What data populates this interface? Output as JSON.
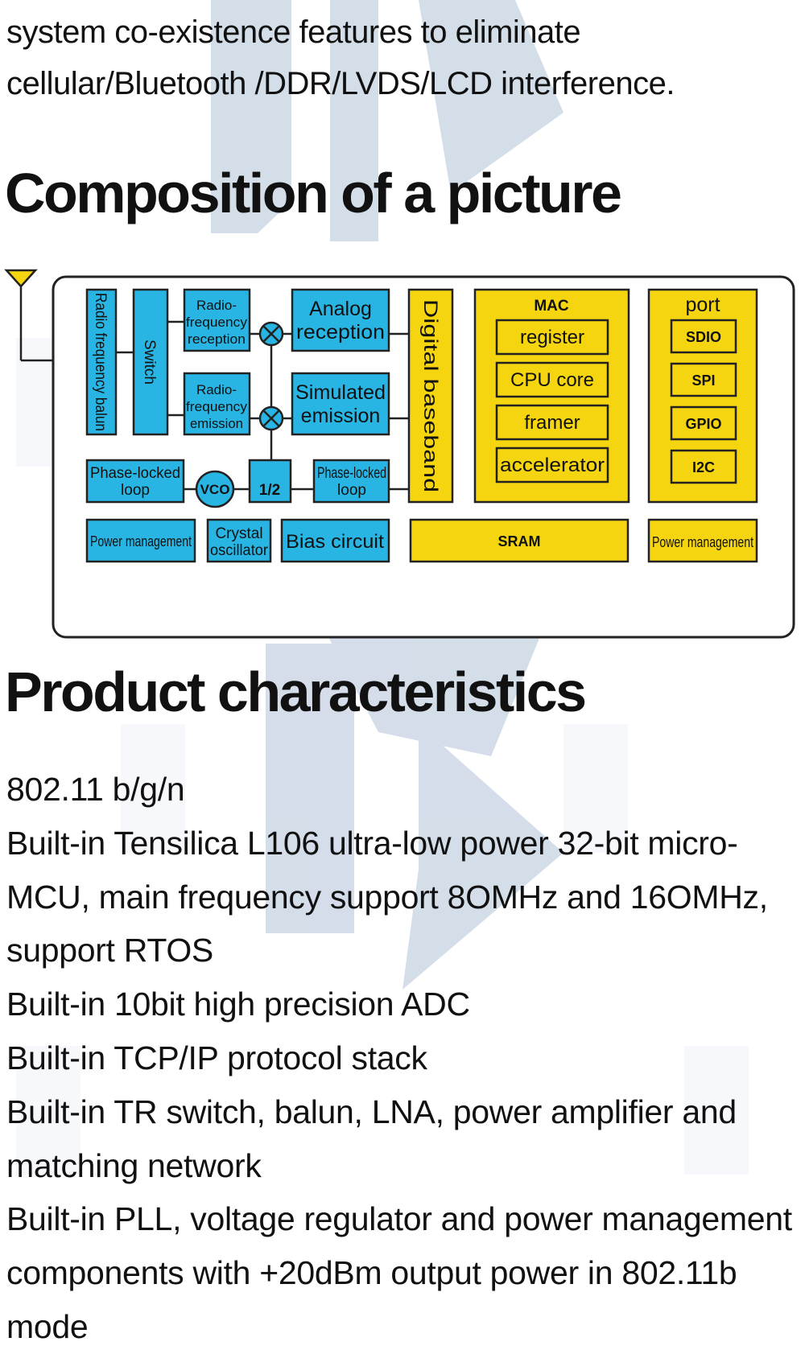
{
  "intro_text": "system co-existence features to eliminate cellular/Bluetooth /DDR/LVDS/LCD interference.",
  "composition_heading": "Composition of a picture",
  "diagram": {
    "rf_balun": "Radio frequency balun",
    "switch": "Switch",
    "rf_reception": [
      "Radio-",
      "frequency",
      "reception"
    ],
    "rf_emission": [
      "Radio-",
      "frequency",
      "emission"
    ],
    "analog_reception": [
      "Analog",
      "reception"
    ],
    "simulated_emission": [
      "Simulated",
      "emission"
    ],
    "pll_left": [
      "Phase-locked",
      "loop"
    ],
    "vco": "VCO",
    "half": "1/2",
    "pll_right": [
      "Phase-locked",
      "loop"
    ],
    "digital_baseband": "Digital baseband",
    "mac": {
      "title": "MAC",
      "items": [
        "register",
        "CPU core",
        "framer",
        "accelerator"
      ]
    },
    "port": {
      "title": "port",
      "items": [
        "SDIO",
        "SPI",
        "GPIO",
        "I2C"
      ]
    },
    "power_mgmt_left": "Power management",
    "crystal_oscillator": [
      "Crystal",
      "oscillator"
    ],
    "bias_circuit": "Bias circuit",
    "sram": "SRAM",
    "power_mgmt_right": "Power management"
  },
  "colors": {
    "cyan": "#29B5E3",
    "yellow": "#F5D50F",
    "watermark": "#8FA8C6"
  },
  "product_heading": "Product characteristics",
  "features": [
    "802.11 b/g/n",
    "Built-in Tensilica L106 ultra-low power 32-bit micro-MCU, main frequency support 8OMHz and 16OMHz, support RTOS",
    "Built-in 10bit high precision ADC",
    "Built-in TCP/IP protocol stack",
    "Built-in TR switch, balun, LNA, power amplifier and matching network",
    "Built-in PLL, voltage regulator and power management components with +20dBm output power in 802.11b mode"
  ]
}
